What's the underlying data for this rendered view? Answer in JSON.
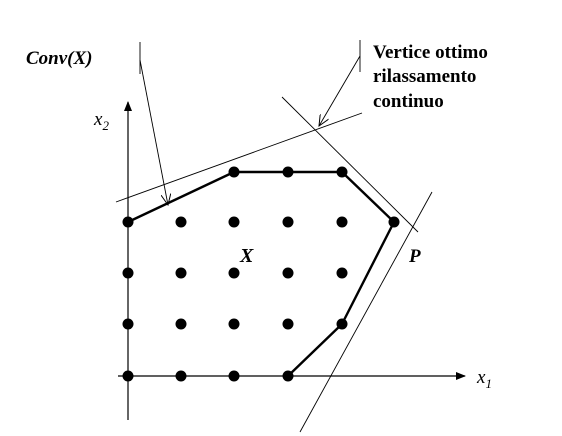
{
  "labels": {
    "conv": "Conv(X)",
    "vertice_line1": "Vertice ottimo",
    "vertice_line2": "rilassamento",
    "vertice_line3": "continuo",
    "x_set": "X",
    "polytope": "P",
    "x2_main": "x",
    "x2_sub": "2",
    "x1_main": "x",
    "x1_sub": "1"
  }
}
